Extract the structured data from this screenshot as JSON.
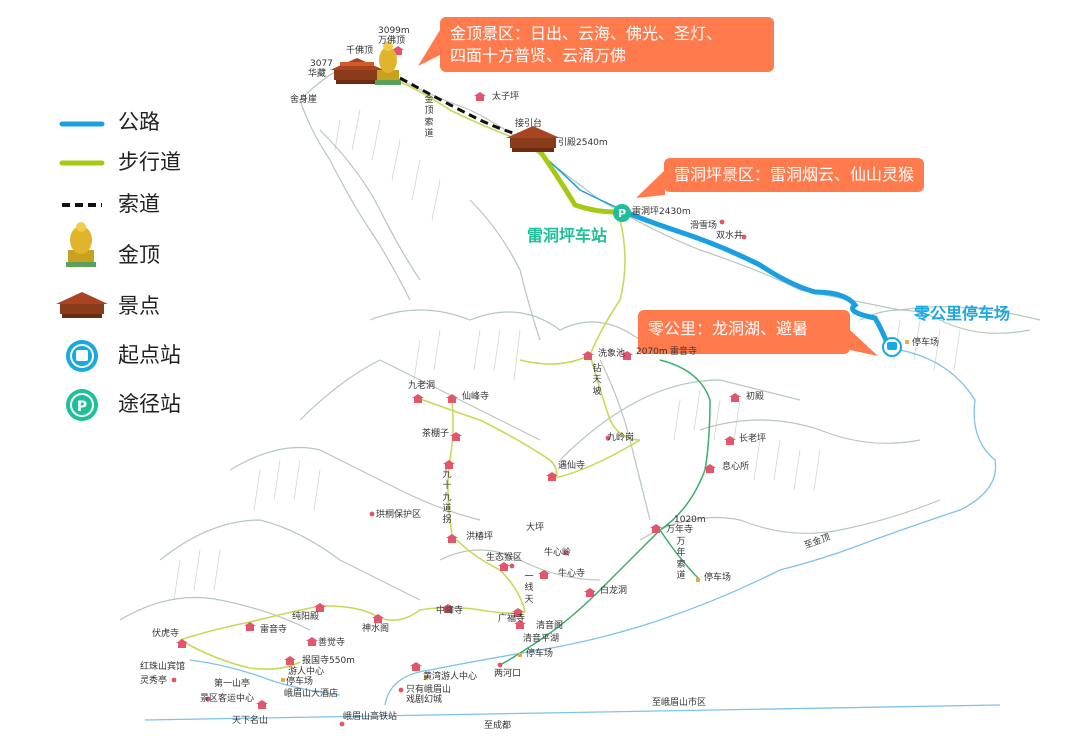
{
  "legend": {
    "road": "公路",
    "trail": "步行道",
    "cableway": "索道",
    "summit": "金顶",
    "spot": "景点",
    "start_station": "起点站",
    "transit_station": "途径站"
  },
  "callouts": {
    "jinding_line1": "金顶景区：日出、云海、佛光、圣灯、",
    "jinding_line2": "四面十方普贤、云涌万佛",
    "leidongping": "雷洞坪景区：雷洞烟云、仙山灵猴",
    "linggongli": "零公里：龙洞湖、避暑"
  },
  "stations": {
    "leidongping": "雷洞坪车站",
    "linggongli": "零公里停车场"
  },
  "labels": {
    "alt_3099": "3099m",
    "wanfoding": "万佛顶",
    "qianfoding": "千佛顶",
    "alt_3077": "3077",
    "huazang": "华藏",
    "sheshenyan": "舍身崖",
    "taiziping": "太子坪",
    "jindingsuodao": "金顶索道",
    "jieyintai": "接引台",
    "jieyindian": "引殿2540m",
    "leidongping_alt": "雷洞坪2430m",
    "huaxuechang": "滑雪场",
    "shuangshuijing": "双水井",
    "tingchechang": "停车场",
    "xixiangchi": "洗象池",
    "alt_2070": "2070m",
    "leiyinsi": "雷音寺",
    "zuantianpo": "钻天坡",
    "chudian": "初殿",
    "jiulaodong": "九老洞",
    "xianfengsi": "仙峰寺",
    "jiulinggang": "九岭岗",
    "changlaoping": "长老坪",
    "chapengzi": "茶棚子",
    "yuxiansi": "遇仙寺",
    "xixinsuo": "息心所",
    "jiushijiudaoguai": "九十九道拐",
    "gongtong": "珙桐保护区",
    "alt_1020": "1020m",
    "wanniansi": "万年寺",
    "wanniansuodao": "万年索道",
    "hongchunping": "洪椿坪",
    "daping": "大坪",
    "shengtaihouqu": "生态猴区",
    "niuxinling": "牛心岭",
    "niuxinsi": "牛心寺",
    "yixiantian": "一线天",
    "bailongdong": "白龙洞",
    "tingchechang2": "停车场",
    "jinjinghuan": "至金顶",
    "fuhusi": "伏虎寺",
    "chunyangdian": "纯阳殿",
    "zhongfengsi": "中峰寺",
    "leiyinsi2": "雷音寺",
    "shenshuige": "神水阁",
    "guangfusi": "广福寺",
    "qingyinge": "清音阁",
    "shanjuesi": "善觉寺",
    "qingyinpingtan": "清音平湖",
    "baoguosi": "报国寺550m",
    "youkezhongxin": "游人中心",
    "tingchechang3": "停车场",
    "huangwan": "黄湾游人中心",
    "tingchechang4": "停车场",
    "hongzhu": "红珠山宾馆",
    "lingxiuting": "灵秀亭",
    "diyishanting": "第一山亭",
    "emeidajiudian": "峨眉山大酒店",
    "kezhongxin": "景区客运中心",
    "liangkou": "两河口",
    "zhiyoueme1": "只有峨眉山",
    "zhiyoueme2": "戏剧幻城",
    "zhiemeishi": "至峨眉山市区",
    "tianxiamingshan": "天下名山",
    "gaotiezhan": "峨眉山高铁站",
    "zhichengdu": "至成都"
  },
  "colors": {
    "road": "#1a9fe0",
    "trail": "#a6c914",
    "trail_light": "#c9d95a",
    "cableway": "#111111",
    "callout": "#ff7a4d",
    "start_station": "#19a9e0",
    "transit_station": "#1fbf9a",
    "spot_marker": "#e2556a",
    "mountain": "#8fa89a",
    "river": "#7ec3e8"
  }
}
